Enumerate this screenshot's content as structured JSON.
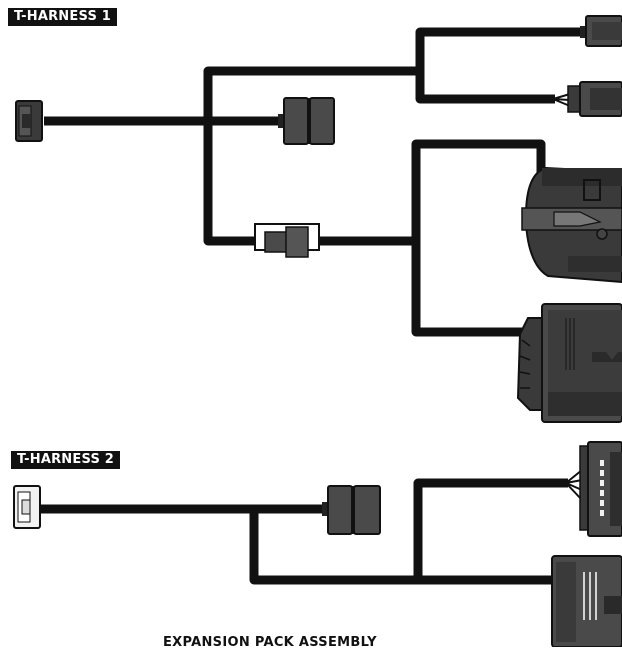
{
  "labels": {
    "harness_1": "T-HARNESS 1",
    "harness_2": "T-HARNESS 2",
    "footer_caption": "EXPANSION PACK ASSEMBLY"
  },
  "colors": {
    "cable": "#111111",
    "connector_dark": "#3a3a3a",
    "connector_mid": "#555555",
    "connector_light": "#f2f2f2",
    "background": "#ffffff"
  }
}
